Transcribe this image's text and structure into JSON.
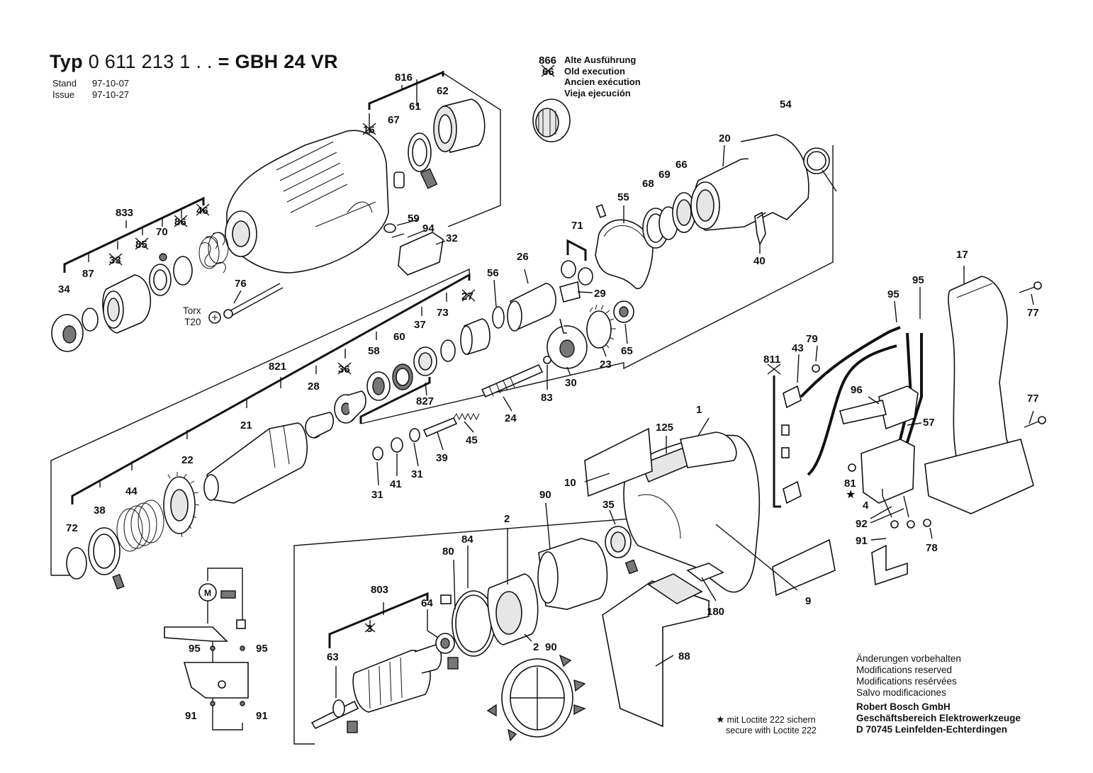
{
  "header": {
    "typ_label": "Typ",
    "part_number": "0 611 213 1 . .",
    "equals": "=",
    "model": "GBH 24 VR",
    "stand_label": "Stand",
    "issue_label": "Issue",
    "stand_date": "97-10-07",
    "issue_date": "97-10-27"
  },
  "old_execution": {
    "lines": [
      "Alte Ausführung",
      "Old execution",
      "Ancien exécution",
      "Vieja ejecución"
    ]
  },
  "torx": {
    "line1": "Torx",
    "line2": "T20"
  },
  "loctite_note": {
    "symbol": "★",
    "line1": "mit Loctite 222 sichern",
    "line2": "secure with Loctite 222"
  },
  "modifications": {
    "lines": [
      "Änderungen vorbehalten",
      "Modifications reserved",
      "Modifications resérvées",
      "Salvo modificaciones"
    ]
  },
  "manufacturer": {
    "lines": [
      "Robert Bosch GmbH",
      "Geschäftsbereich Elektrowerkzeuge",
      "D 70745 Leinfelden-Echterdingen"
    ]
  },
  "part_labels": {
    "p866": "866",
    "p66_old": "66",
    "p816": "816",
    "p67": "67",
    "p61": "61",
    "p62": "62",
    "p16": "16",
    "p54": "54",
    "p20": "20",
    "p68": "68",
    "p69": "69",
    "p66": "66",
    "p55": "55",
    "p40": "40",
    "p833": "833",
    "p70": "70",
    "p86": "86",
    "p46": "46",
    "p33": "33",
    "p85": "85",
    "p87": "87",
    "p34": "34",
    "p59": "59",
    "p94": "94",
    "p32": "32",
    "p71": "71",
    "p26": "26",
    "p56": "56",
    "p29": "29",
    "p65": "65",
    "p23": "23",
    "p30": "30",
    "p76": "76",
    "p27": "27",
    "p73": "73",
    "p37": "37",
    "p60": "60",
    "p58": "58",
    "p36": "36",
    "p827": "827",
    "p83": "83",
    "p24": "24",
    "p821": "821",
    "p28": "28",
    "p45": "45",
    "p21": "21",
    "p39": "39",
    "p31a": "31",
    "p41": "41",
    "p31b": "31",
    "p22": "22",
    "p44": "44",
    "p38": "38",
    "p72": "72",
    "p17": "17",
    "p77a": "77",
    "p77b": "77",
    "p95a": "95",
    "p95b": "95",
    "p811": "811",
    "p43": "43",
    "p79": "79",
    "p96": "96",
    "p57": "57",
    "p81": "81",
    "p4": "4",
    "p92": "92",
    "p91": "91",
    "p78": "78",
    "p1": "1",
    "p125": "125",
    "p10": "10",
    "p35": "35",
    "p9": "9",
    "p180": "180",
    "p88": "88",
    "p90a": "90",
    "p2a": "2",
    "p84": "84",
    "p80": "80",
    "p803": "803",
    "p64": "64",
    "p63": "63",
    "p3": "3",
    "p2b": "2",
    "p90b": "90",
    "s95a": "95",
    "s95b": "95",
    "s91a": "91",
    "s91b": "91",
    "m": "M"
  },
  "colors": {
    "ink": "#111111",
    "paper": "#ffffff"
  }
}
